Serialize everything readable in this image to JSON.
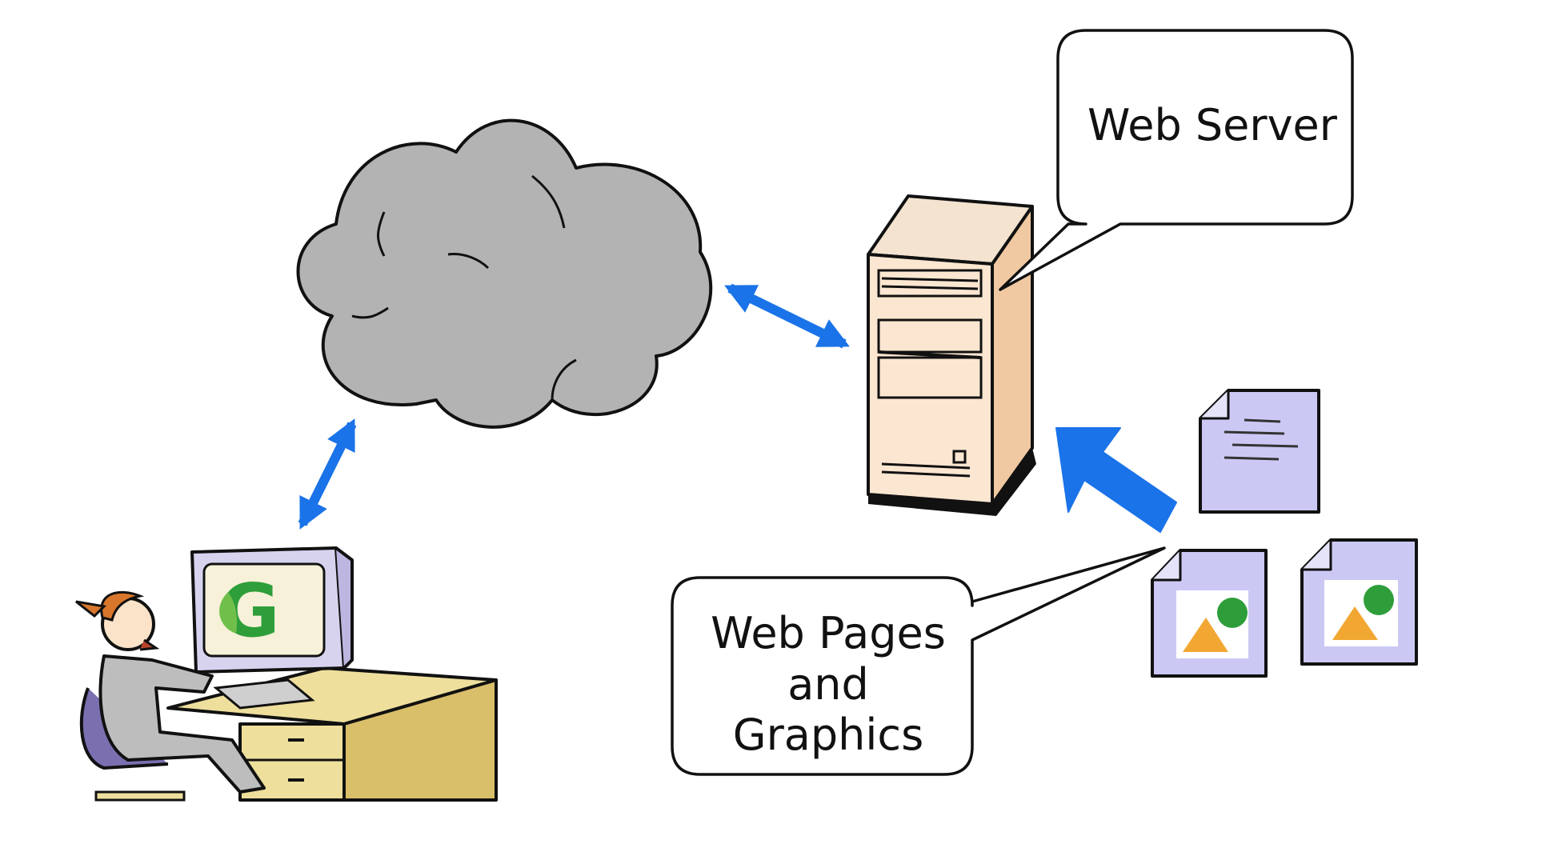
{
  "diagram": {
    "nodes": [
      {
        "id": "user",
        "kind": "client-computer",
        "icon": "user-at-computer-icon",
        "screen_logo_letter": "G"
      },
      {
        "id": "internet",
        "kind": "network",
        "icon": "cloud-icon"
      },
      {
        "id": "server",
        "kind": "server",
        "icon": "server-tower-icon",
        "label": "Web Server"
      },
      {
        "id": "content",
        "kind": "files",
        "icon": "document-icon",
        "label_lines": [
          "Web Pages",
          "and",
          "Graphics"
        ]
      }
    ],
    "edges": [
      {
        "from": "user",
        "to": "internet",
        "style": "bidirectional-arrow",
        "color": "#1a73e8"
      },
      {
        "from": "internet",
        "to": "server",
        "style": "bidirectional-arrow",
        "color": "#1a73e8"
      },
      {
        "from": "content",
        "to": "server",
        "style": "thick-arrow",
        "color": "#1a73e8"
      }
    ]
  },
  "colors": {
    "arrow": "#1a73e8",
    "cloud": "#b3b3b3",
    "server_case": "#f7dcc0",
    "document": "#cbc9f4",
    "logo_green": "#2e9e3a"
  }
}
